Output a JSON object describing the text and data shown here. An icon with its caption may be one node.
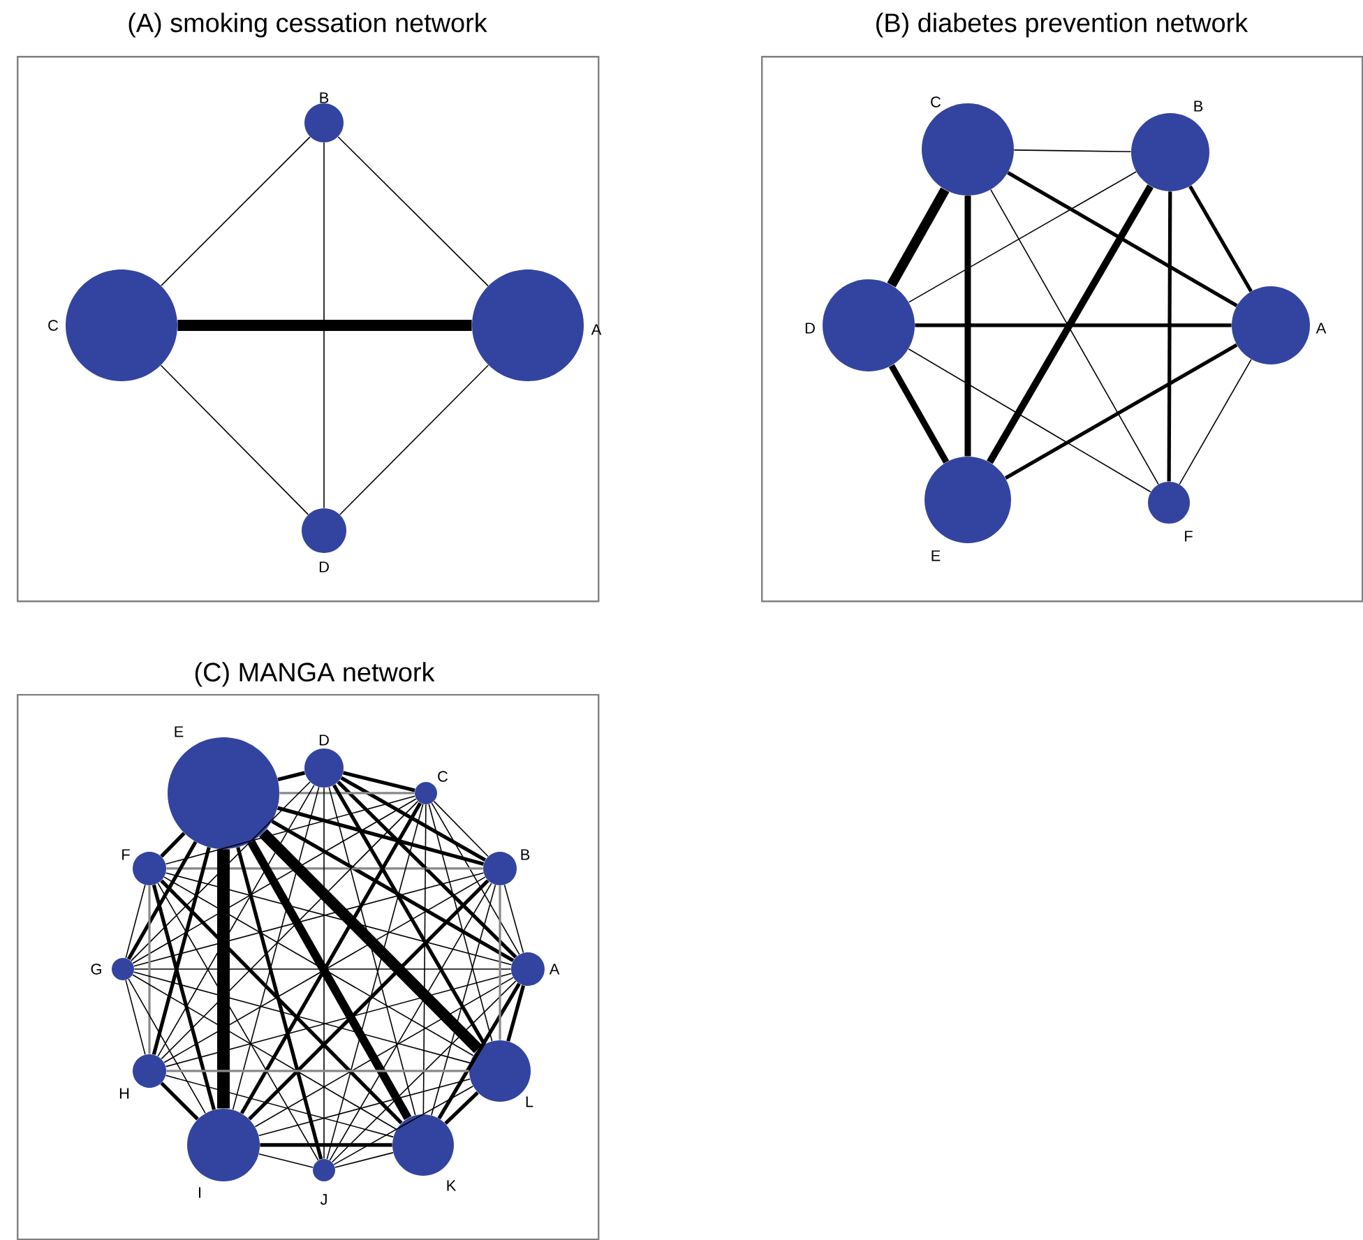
{
  "diagram": {
    "nodes": [
      {
        "text": [
          "(A) smoking cessation network"
        ]
      },
      {
        "text": [
          "A"
        ],
        "in": 0
      },
      {
        "text": [
          "B"
        ],
        "in": 0
      },
      {
        "text": [
          "C"
        ],
        "in": 0
      },
      {
        "text": [
          "D"
        ],
        "in": 0
      },
      {
        "text": [
          "(B) diabetes prevention network"
        ]
      },
      {
        "text": [
          "A"
        ],
        "in": 5
      },
      {
        "text": [
          "B"
        ],
        "in": 5
      },
      {
        "text": [
          "C"
        ],
        "in": 5
      },
      {
        "text": [
          "D"
        ],
        "in": 5
      },
      {
        "text": [
          "E"
        ],
        "in": 5
      },
      {
        "text": [
          "F"
        ],
        "in": 5
      },
      {
        "text": [
          "(C)  MANGA network"
        ]
      },
      {
        "text": [
          "A"
        ],
        "in": 12
      },
      {
        "text": [
          "B"
        ],
        "in": 12
      },
      {
        "text": [
          "C"
        ],
        "in": 12
      },
      {
        "text": [
          "D"
        ],
        "in": 12
      },
      {
        "text": [
          "E"
        ],
        "in": 12
      },
      {
        "text": [
          "F"
        ],
        "in": 12
      },
      {
        "text": [
          "G"
        ],
        "in": 12
      },
      {
        "text": [
          "H"
        ],
        "in": 12
      },
      {
        "text": [
          "I"
        ],
        "in": 12
      },
      {
        "text": [
          "J"
        ],
        "in": 12
      },
      {
        "text": [
          "K"
        ],
        "in": 12
      },
      {
        "text": [
          "L"
        ],
        "in": 12
      }
    ],
    "edges": [
      {
        "from": 3,
        "to": 1,
        "arrow": "none",
        "style": "thick"
      },
      {
        "from": 2,
        "to": 3,
        "arrow": "none"
      },
      {
        "from": 2,
        "to": 1,
        "arrow": "none"
      },
      {
        "from": 2,
        "to": 4,
        "arrow": "none"
      },
      {
        "from": 4,
        "to": 3,
        "arrow": "none"
      },
      {
        "from": 4,
        "to": 1,
        "arrow": "none"
      },
      {
        "from": 8,
        "to": 7,
        "arrow": "none"
      },
      {
        "from": 8,
        "to": 9,
        "arrow": "none",
        "style": "thick"
      },
      {
        "from": 8,
        "to": 10,
        "arrow": "none",
        "style": "thick"
      },
      {
        "from": 8,
        "to": 6,
        "arrow": "none",
        "style": "thick"
      },
      {
        "from": 8,
        "to": 11,
        "arrow": "none"
      },
      {
        "from": 7,
        "to": 9,
        "arrow": "none"
      },
      {
        "from": 7,
        "to": 10,
        "arrow": "none",
        "style": "thick"
      },
      {
        "from": 7,
        "to": 6,
        "arrow": "none",
        "style": "thick"
      },
      {
        "from": 7,
        "to": 11,
        "arrow": "none",
        "style": "thick"
      },
      {
        "from": 9,
        "to": 6,
        "arrow": "none",
        "style": "thick"
      },
      {
        "from": 9,
        "to": 10,
        "arrow": "none",
        "style": "thick"
      },
      {
        "from": 9,
        "to": 11,
        "arrow": "none"
      },
      {
        "from": 10,
        "to": 6,
        "arrow": "none",
        "style": "thick"
      },
      {
        "from": 6,
        "to": 11,
        "arrow": "none"
      },
      {
        "from": 13,
        "to": 14,
        "arrow": "none"
      },
      {
        "from": 13,
        "to": 15,
        "arrow": "none"
      },
      {
        "from": 13,
        "to": 16,
        "arrow": "none",
        "style": "thick"
      },
      {
        "from": 13,
        "to": 17,
        "arrow": "none",
        "style": "thick"
      },
      {
        "from": 13,
        "to": 18,
        "arrow": "none"
      },
      {
        "from": 13,
        "to": 19,
        "arrow": "none"
      },
      {
        "from": 13,
        "to": 20,
        "arrow": "none"
      },
      {
        "from": 13,
        "to": 21,
        "arrow": "none"
      },
      {
        "from": 13,
        "to": 22,
        "arrow": "none"
      },
      {
        "from": 13,
        "to": 23,
        "arrow": "none",
        "style": "thick"
      },
      {
        "from": 13,
        "to": 24,
        "arrow": "none",
        "style": "thick"
      },
      {
        "from": 14,
        "to": 15,
        "arrow": "none"
      },
      {
        "from": 14,
        "to": 16,
        "arrow": "none",
        "style": "thick"
      },
      {
        "from": 14,
        "to": 17,
        "arrow": "none",
        "style": "thick"
      },
      {
        "from": 14,
        "to": 18,
        "arrow": "none",
        "color": "#888888"
      },
      {
        "from": 14,
        "to": 19,
        "arrow": "none"
      },
      {
        "from": 14,
        "to": 20,
        "arrow": "none"
      },
      {
        "from": 14,
        "to": 21,
        "arrow": "none",
        "style": "thick"
      },
      {
        "from": 14,
        "to": 22,
        "arrow": "none"
      },
      {
        "from": 14,
        "to": 23,
        "arrow": "none"
      },
      {
        "from": 14,
        "to": 24,
        "arrow": "none",
        "color": "#888888"
      },
      {
        "from": 15,
        "to": 16,
        "arrow": "none",
        "style": "thick"
      },
      {
        "from": 15,
        "to": 17,
        "arrow": "none",
        "color": "#888888"
      },
      {
        "from": 15,
        "to": 18,
        "arrow": "none"
      },
      {
        "from": 15,
        "to": 19,
        "arrow": "none"
      },
      {
        "from": 15,
        "to": 20,
        "arrow": "none"
      },
      {
        "from": 15,
        "to": 21,
        "arrow": "none",
        "style": "thick"
      },
      {
        "from": 15,
        "to": 22,
        "arrow": "none"
      },
      {
        "from": 15,
        "to": 23,
        "arrow": "none"
      },
      {
        "from": 15,
        "to": 24,
        "arrow": "none"
      },
      {
        "from": 16,
        "to": 17,
        "arrow": "none",
        "style": "thick"
      },
      {
        "from": 16,
        "to": 19,
        "arrow": "none"
      },
      {
        "from": 16,
        "to": 20,
        "arrow": "none"
      },
      {
        "from": 16,
        "to": 21,
        "arrow": "none"
      },
      {
        "from": 16,
        "to": 22,
        "arrow": "none"
      },
      {
        "from": 16,
        "to": 23,
        "arrow": "none"
      },
      {
        "from": 16,
        "to": 24,
        "arrow": "none",
        "style": "thick"
      },
      {
        "from": 17,
        "to": 18,
        "arrow": "none",
        "style": "thick"
      },
      {
        "from": 17,
        "to": 19,
        "arrow": "none",
        "style": "thick"
      },
      {
        "from": 17,
        "to": 20,
        "arrow": "none",
        "style": "thick"
      },
      {
        "from": 17,
        "to": 21,
        "arrow": "none",
        "style": "thick"
      },
      {
        "from": 17,
        "to": 22,
        "arrow": "none",
        "style": "thick"
      },
      {
        "from": 17,
        "to": 23,
        "arrow": "none",
        "style": "thick"
      },
      {
        "from": 17,
        "to": 24,
        "arrow": "none",
        "style": "thick"
      },
      {
        "from": 18,
        "to": 19,
        "arrow": "none"
      },
      {
        "from": 18,
        "to": 20,
        "arrow": "none",
        "color": "#888888"
      },
      {
        "from": 18,
        "to": 21,
        "arrow": "none",
        "style": "thick"
      },
      {
        "from": 18,
        "to": 22,
        "arrow": "none"
      },
      {
        "from": 18,
        "to": 23,
        "arrow": "none",
        "style": "thick"
      },
      {
        "from": 18,
        "to": 24,
        "arrow": "none"
      },
      {
        "from": 19,
        "to": 20,
        "arrow": "none"
      },
      {
        "from": 19,
        "to": 21,
        "arrow": "none"
      },
      {
        "from": 19,
        "to": 23,
        "arrow": "none"
      },
      {
        "from": 19,
        "to": 24,
        "arrow": "none"
      },
      {
        "from": 20,
        "to": 21,
        "arrow": "none",
        "style": "thick"
      },
      {
        "from": 20,
        "to": 23,
        "arrow": "none"
      },
      {
        "from": 20,
        "to": 24,
        "arrow": "none",
        "color": "#888888"
      },
      {
        "from": 21,
        "to": 22,
        "arrow": "none"
      },
      {
        "from": 21,
        "to": 23,
        "arrow": "none",
        "style": "thick"
      },
      {
        "from": 21,
        "to": 24,
        "arrow": "none"
      },
      {
        "from": 22,
        "to": 23,
        "arrow": "none"
      },
      {
        "from": 22,
        "to": 24,
        "arrow": "none"
      },
      {
        "from": 23,
        "to": 24,
        "arrow": "none",
        "style": "thick"
      }
    ]
  }
}
